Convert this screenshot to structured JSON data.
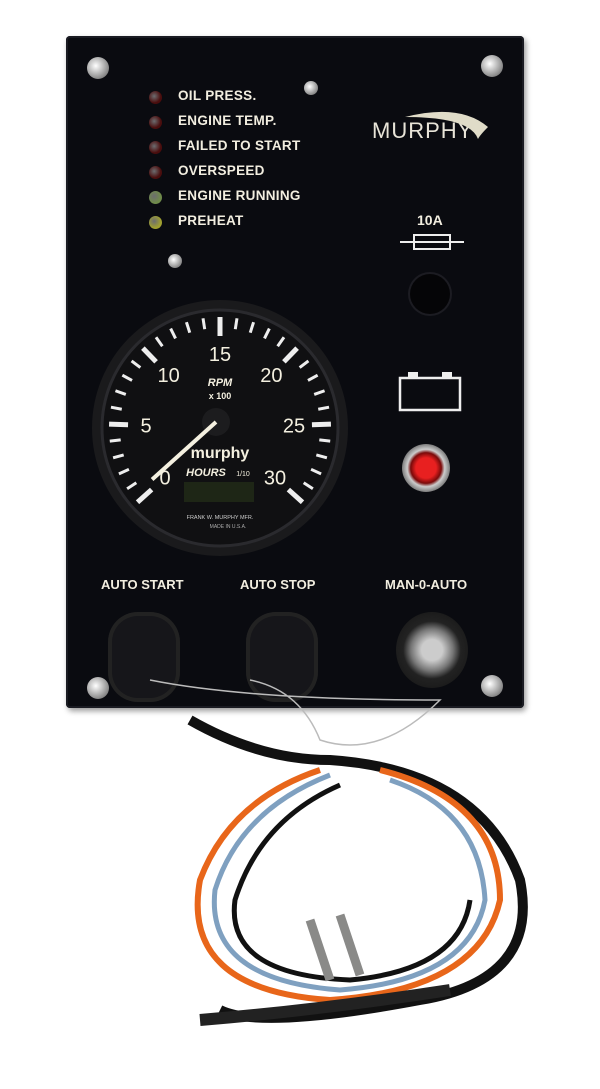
{
  "brand": "MURPHY",
  "indicators": [
    {
      "label": "OIL PRESS.",
      "color": "#4a0d0d"
    },
    {
      "label": "ENGINE TEMP.",
      "color": "#4a0d0d"
    },
    {
      "label": "FAILED TO START",
      "color": "#4a0d0d"
    },
    {
      "label": "OVERSPEED",
      "color": "#4a0d0d"
    },
    {
      "label": "ENGINE RUNNING",
      "color": "#6f8a4a"
    },
    {
      "label": "PREHEAT",
      "color": "#a0a030"
    }
  ],
  "fuse_label": "10A",
  "gauge": {
    "scale_labels": [
      "0",
      "5",
      "10",
      "15",
      "20",
      "25",
      "30"
    ],
    "scale_min": 0,
    "scale_max": 30,
    "needle_value": 0,
    "unit": "RPM",
    "multiplier": "x 100",
    "logo": "murphy",
    "hours_label": "HOURS",
    "hours_fraction": "1/10",
    "maker": "FRANK W. MURPHY MFR.",
    "maker_line2": "MADE IN U.S.A."
  },
  "controls": {
    "auto_start": "AUTO START",
    "auto_stop": "AUTO STOP",
    "mode_switch": "MAN-0-AUTO"
  }
}
